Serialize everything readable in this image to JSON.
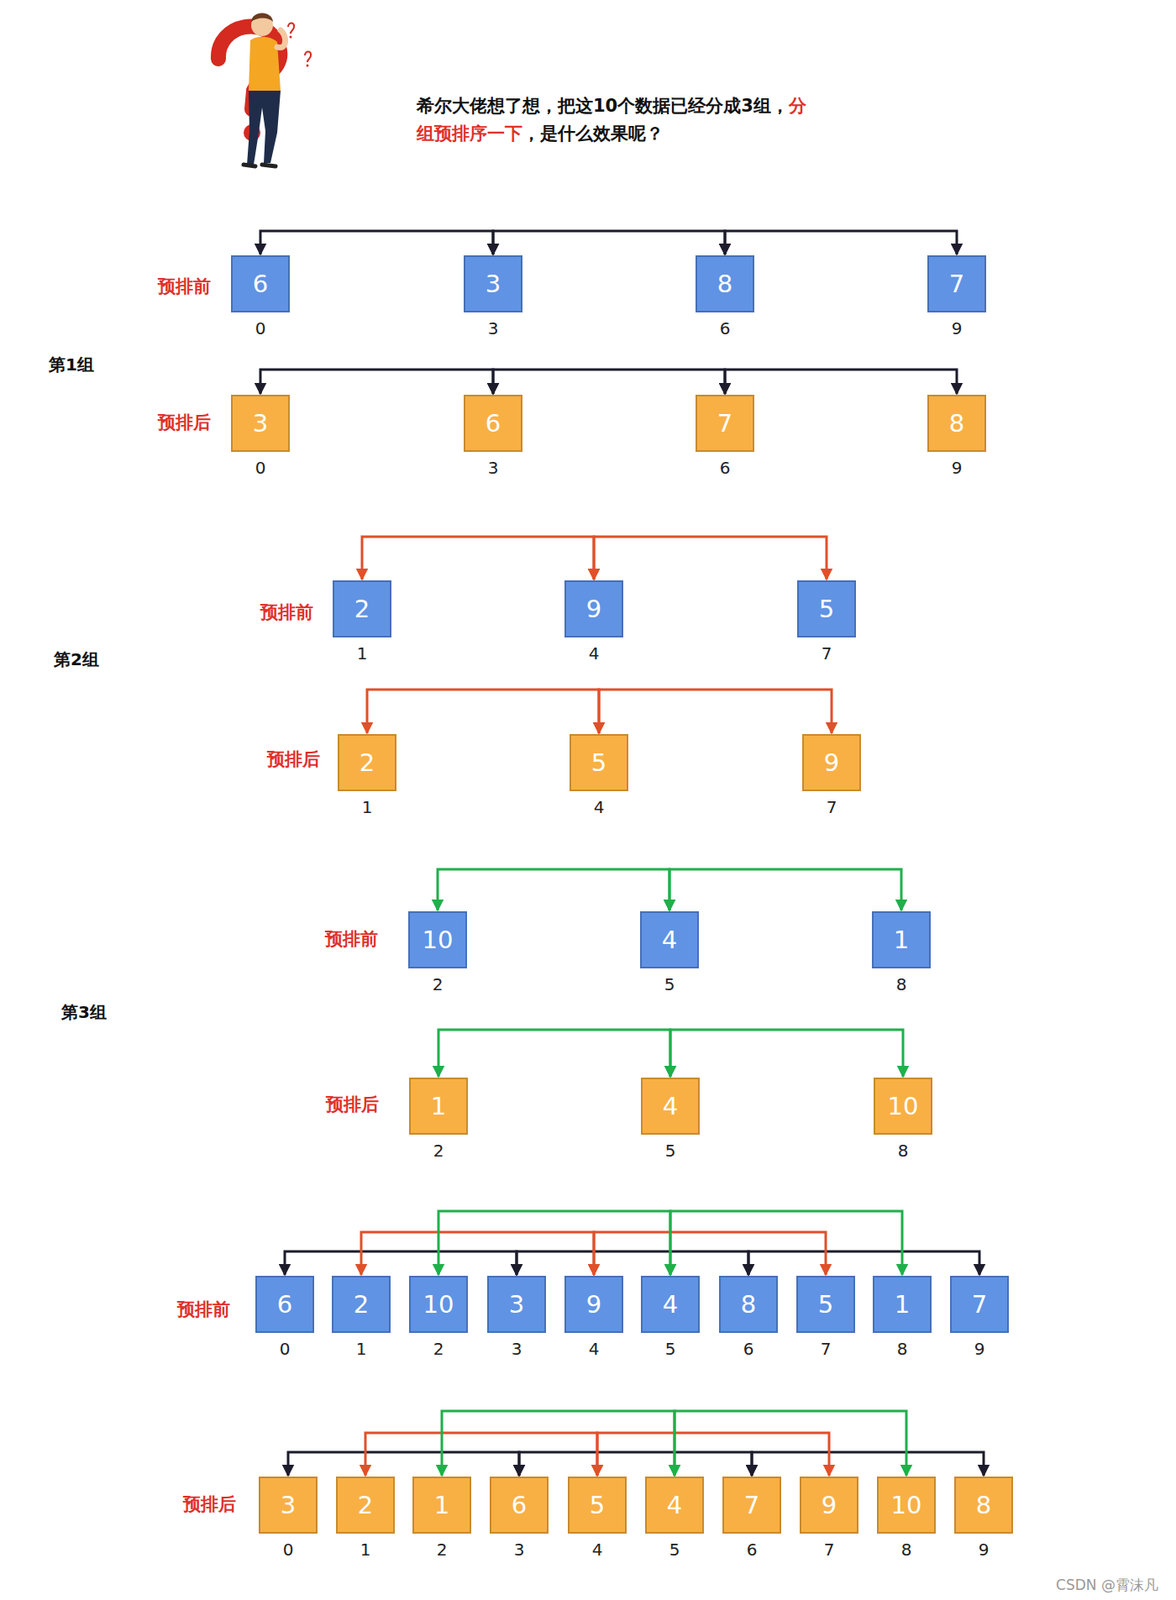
{
  "diagram": {
    "nodes": [
      {
        "text": [
          "6"
        ]
      },
      {
        "text": [
          "3"
        ]
      },
      {
        "text": [
          "8"
        ]
      },
      {
        "text": [
          "7"
        ]
      },
      {
        "text": [
          "3"
        ]
      },
      {
        "text": [
          "6"
        ]
      },
      {
        "text": [
          "7"
        ]
      },
      {
        "text": [
          "8"
        ]
      },
      {
        "text": [
          "2"
        ]
      },
      {
        "text": [
          "9"
        ]
      },
      {
        "text": [
          "5"
        ]
      },
      {
        "text": [
          "2"
        ]
      },
      {
        "text": [
          "5"
        ]
      },
      {
        "text": [
          "9"
        ]
      },
      {
        "text": [
          "10"
        ]
      },
      {
        "text": [
          "4"
        ]
      },
      {
        "text": [
          "1"
        ]
      },
      {
        "text": [
          "1"
        ]
      },
      {
        "text": [
          "4"
        ]
      },
      {
        "text": [
          "10"
        ]
      },
      {
        "text": [
          "6"
        ]
      },
      {
        "text": [
          "2"
        ]
      },
      {
        "text": [
          "10"
        ]
      },
      {
        "text": [
          "3"
        ]
      },
      {
        "text": [
          "9"
        ]
      },
      {
        "text": [
          "4"
        ]
      },
      {
        "text": [
          "8"
        ]
      },
      {
        "text": [
          "5"
        ]
      },
      {
        "text": [
          "1"
        ]
      },
      {
        "text": [
          "7"
        ]
      },
      {
        "text": [
          "3"
        ]
      },
      {
        "text": [
          "2"
        ]
      },
      {
        "text": [
          "1"
        ]
      },
      {
        "text": [
          "6"
        ]
      },
      {
        "text": [
          "5"
        ]
      },
      {
        "text": [
          "4"
        ]
      },
      {
        "text": [
          "7"
        ]
      },
      {
        "text": [
          "9"
        ]
      },
      {
        "text": [
          "10"
        ]
      },
      {
        "text": [
          "8"
        ]
      }
    ],
    "edges": [
      {
        "from": 0,
        "to": 1,
        "arrow": "both"
      },
      {
        "from": 1,
        "to": 2,
        "arrow": "both"
      },
      {
        "from": 2,
        "to": 3,
        "arrow": "both"
      },
      {
        "from": 4,
        "to": 5,
        "arrow": "both"
      },
      {
        "from": 5,
        "to": 6,
        "arrow": "both"
      },
      {
        "from": 6,
        "to": 7,
        "arrow": "both"
      },
      {
        "from": 8,
        "to": 9,
        "arrow": "both"
      },
      {
        "from": 9,
        "to": 10,
        "arrow": "both"
      },
      {
        "from": 11,
        "to": 12,
        "arrow": "both"
      },
      {
        "from": 12,
        "to": 13,
        "arrow": "both"
      },
      {
        "from": 14,
        "to": 15,
        "arrow": "both"
      },
      {
        "from": 15,
        "to": 16,
        "arrow": "both"
      },
      {
        "from": 17,
        "to": 18,
        "arrow": "both"
      },
      {
        "from": 18,
        "to": 19,
        "arrow": "both"
      },
      {
        "from": 20,
        "to": 23,
        "arrow": "both"
      },
      {
        "from": 23,
        "to": 26,
        "arrow": "both"
      },
      {
        "from": 26,
        "to": 29,
        "arrow": "both"
      },
      {
        "from": 21,
        "to": 24,
        "arrow": "both"
      },
      {
        "from": 24,
        "to": 27,
        "arrow": "both"
      },
      {
        "from": 22,
        "to": 25,
        "arrow": "both"
      },
      {
        "from": 25,
        "to": 28,
        "arrow": "both"
      },
      {
        "from": 30,
        "to": 33,
        "arrow": "both"
      },
      {
        "from": 33,
        "to": 36,
        "arrow": "both"
      },
      {
        "from": 36,
        "to": 39,
        "arrow": "both"
      },
      {
        "from": 31,
        "to": 34,
        "arrow": "both"
      },
      {
        "from": 34,
        "to": 37,
        "arrow": "both"
      },
      {
        "from": 32,
        "to": 35,
        "arrow": "both"
      },
      {
        "from": 35,
        "to": 38,
        "arrow": "both"
      }
    ],
    "labels": [
      "希尔大佬想了想，把这10个数据已经分成3组，",
      "分组预排序一下",
      "，是什么效果呢？",
      "预排前",
      "0",
      "3",
      "6",
      "9",
      "第1组",
      "预排后",
      "0",
      "3",
      "6",
      "9",
      "预排前",
      "1",
      "4",
      "7",
      "第2组",
      "预排后",
      "1",
      "4",
      "7",
      "预排前",
      "2",
      "5",
      "8",
      "第3组",
      "预排后",
      "2",
      "5",
      "8",
      "预排前",
      "0",
      "1",
      "2",
      "3",
      "4",
      "5",
      "6",
      "7",
      "8",
      "9",
      "预排后",
      "0",
      "1",
      "2",
      "3",
      "4",
      "5",
      "6",
      "7",
      "8",
      "9",
      "CSDN @霄沫凡"
    ]
  }
}
